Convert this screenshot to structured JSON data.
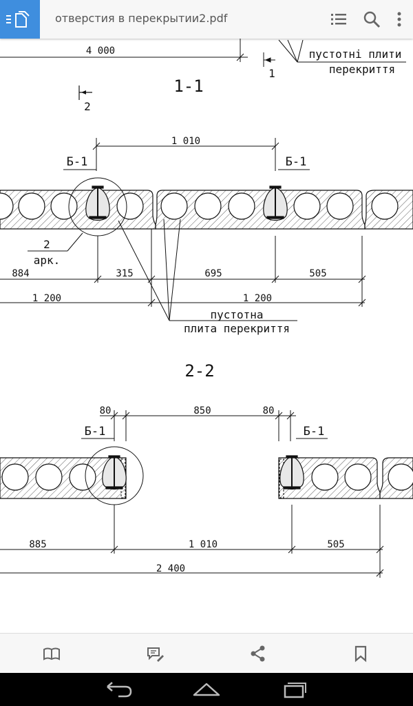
{
  "app": {
    "title": "отверстия в перекрытии2.pdf"
  },
  "drawing": {
    "top_dim": "4 000",
    "top_marker_num": "1",
    "top_label_line1": "пустотні плити",
    "top_label_line2": "перекриття",
    "section1_title": "1-1",
    "marker2_num": "2",
    "s1_dim_top": "1 010",
    "s1_beam_left": "Б-1",
    "s1_beam_right": "Б-1",
    "s1_callout_num": "2",
    "s1_callout_text": "арк.",
    "s1_dims": [
      "884",
      "315",
      "695",
      "505"
    ],
    "s1_dims_total": [
      "1 200",
      "1 200"
    ],
    "s1_label_line1": "пустотна",
    "s1_label_line2": "плита перекриття",
    "section2_title": "2-2",
    "s2_dims_top": [
      "80",
      "850",
      "80"
    ],
    "s2_beam_left": "Б-1",
    "s2_beam_right": "Б-1",
    "s2_dims": [
      "885",
      "1 010",
      "505"
    ],
    "s2_dim_total": "2 400"
  },
  "icons": {
    "menu": "menu-document-icon",
    "outline": "list-icon",
    "search": "search-icon",
    "more": "more-vert-icon",
    "book": "book-icon",
    "annotate": "comment-pen-icon",
    "share": "share-icon",
    "bookmark": "bookmark-icon",
    "back": "back-icon",
    "home": "home-icon",
    "recents": "recents-icon"
  },
  "colors": {
    "accent": "#3f8ede",
    "toolbar": "#f7f7f7",
    "icon": "#666666"
  }
}
